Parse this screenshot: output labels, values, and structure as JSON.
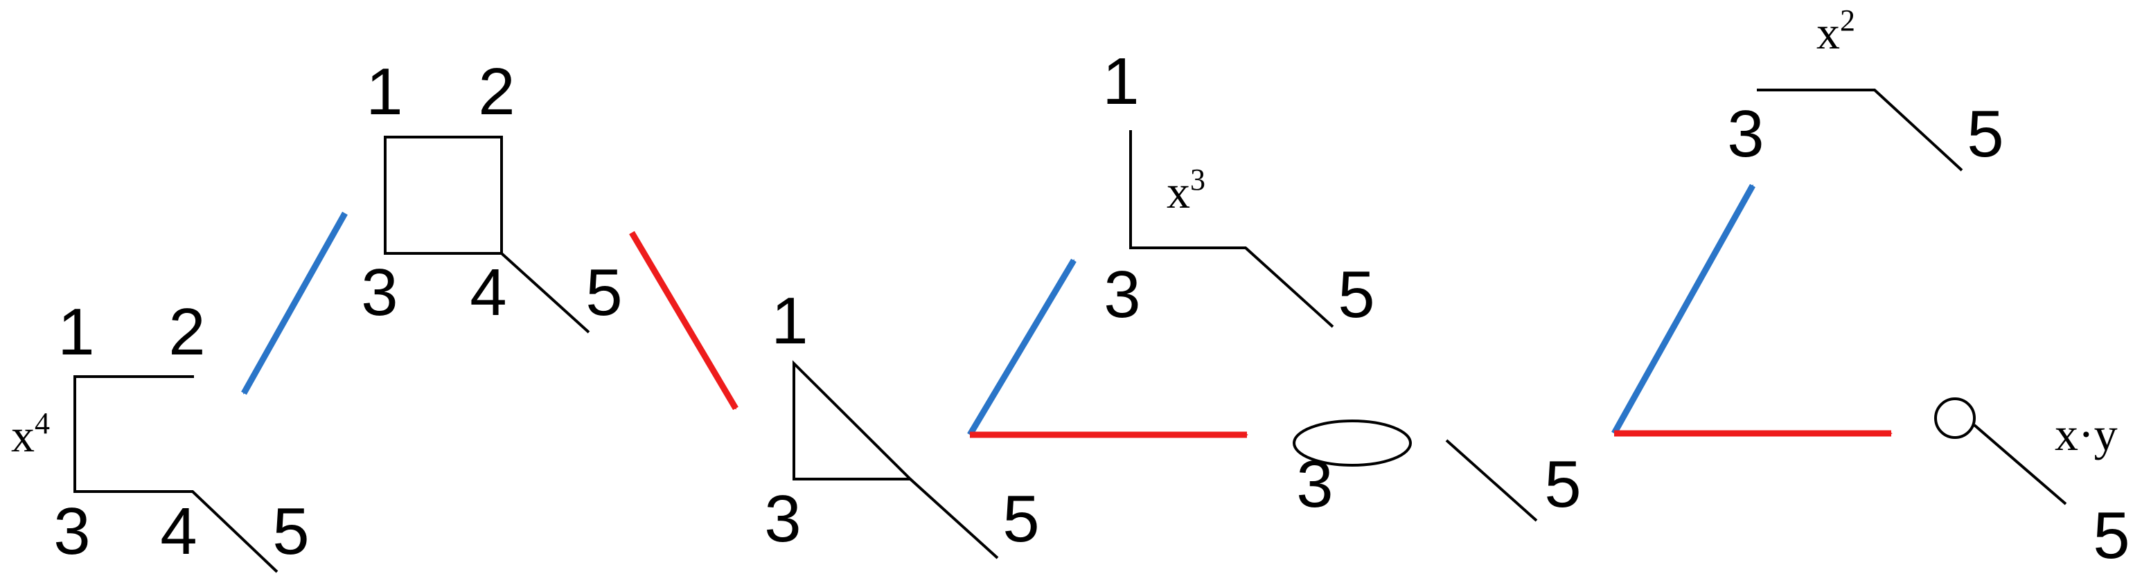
{
  "colors": {
    "blue_arrow": "#2a75c8",
    "red_arrow": "#ee1c1c",
    "edges": "#000000"
  },
  "graphs": {
    "square": {
      "labels": [
        "1",
        "2",
        "3",
        "4",
        "5"
      ]
    },
    "path_after_blue": {
      "labels": [
        "1",
        "2",
        "3",
        "4",
        "5"
      ],
      "factor_base": "x",
      "factor_exp": "4"
    },
    "triangle": {
      "labels": [
        "1",
        "3",
        "5"
      ]
    },
    "path_after_blue_2": {
      "labels": [
        "1",
        "3",
        "5"
      ],
      "factor_base": "x",
      "factor_exp": "3"
    },
    "loop": {
      "labels": [
        "3",
        "5"
      ]
    },
    "path_after_blue_3": {
      "labels": [
        "3",
        "5"
      ],
      "factor_base": "x",
      "factor_exp": "2"
    },
    "small_loop": {
      "labels": [
        "5"
      ],
      "factor": "x·y"
    }
  }
}
